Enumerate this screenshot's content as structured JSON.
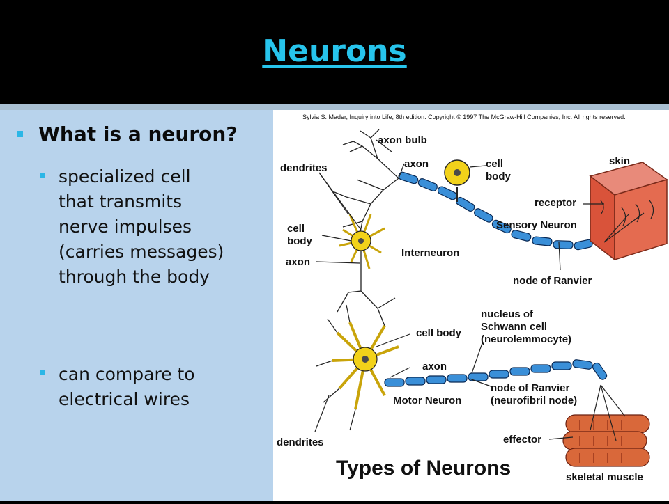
{
  "slide": {
    "title": "Neurons",
    "bullet": "What is a neuron?",
    "subbullets": [
      "specialized cell\nthat transmits\nnerve impulses\n(carries messages)\nthrough the body",
      "can compare to\nelectrical wires"
    ]
  },
  "diagram": {
    "copyright": "Sylvia S. Mader, Inquiry into Life, 8th edition. Copyright © 1997 The McGraw-Hill Companies, Inc. All rights reserved.",
    "labels": {
      "axon_bulb": "axon bulb",
      "dendrites_top": "dendrites",
      "axon_top": "axon",
      "cell_body_top": "cell\nbody",
      "skin": "skin",
      "receptor": "receptor",
      "sensory_neuron": "Sensory Neuron",
      "cell_body_left": "cell\nbody",
      "interneuron": "Interneuron",
      "axon_left": "axon",
      "node_ranvier_top": "node of Ranvier",
      "nucleus_schwann": "nucleus of\nSchwann cell\n(neurolemmocyte)",
      "cell_body_motor": "cell body",
      "axon_motor": "axon",
      "node_ranvier_bottom": "node of Ranvier\n(neurofibril node)",
      "motor_neuron": "Motor Neuron",
      "dendrites_bottom": "dendrites",
      "effector": "effector",
      "types_title": "Types of Neurons",
      "skeletal_muscle": "skeletal muscle"
    }
  },
  "colors": {
    "title": "#27c4ec",
    "bullet": "#2bb6e6",
    "panel": "#b8d3ec",
    "axon": "#3a8fd8",
    "cell": "#f2d21a",
    "muscle": "#d9683a"
  }
}
